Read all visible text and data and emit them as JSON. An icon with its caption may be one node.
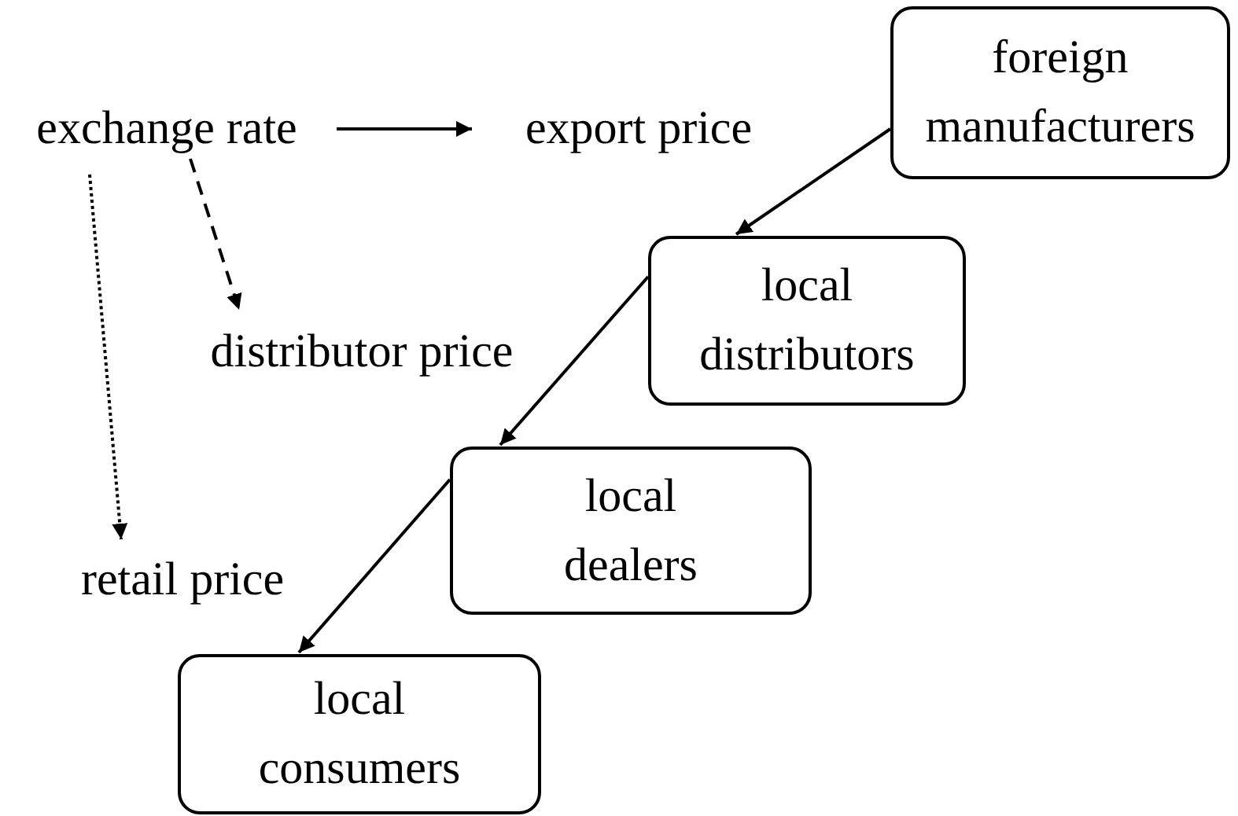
{
  "diagram": {
    "nodes": [
      {
        "text": [
          "exchange rate"
        ]
      },
      {
        "text": [
          "export price"
        ]
      },
      {
        "text": [
          "foreign manufacturers"
        ]
      },
      {
        "text": [
          "distributor price"
        ]
      },
      {
        "text": [
          "local distributors"
        ]
      },
      {
        "text": [
          "local dealers"
        ]
      },
      {
        "text": [
          "retail price"
        ]
      },
      {
        "text": [
          "local consumers"
        ]
      }
    ],
    "edges": [
      {
        "from": 0,
        "to": 1,
        "arrow": "to"
      },
      {
        "from": 0,
        "to": 3,
        "arrow": "to",
        "style": "dashed"
      },
      {
        "from": 0,
        "to": 6,
        "arrow": "to",
        "style": "dashed"
      },
      {
        "from": 2,
        "to": 4,
        "arrow": "to"
      },
      {
        "from": 4,
        "to": 5,
        "arrow": "to"
      },
      {
        "from": 5,
        "to": 7,
        "arrow": "to"
      }
    ]
  }
}
